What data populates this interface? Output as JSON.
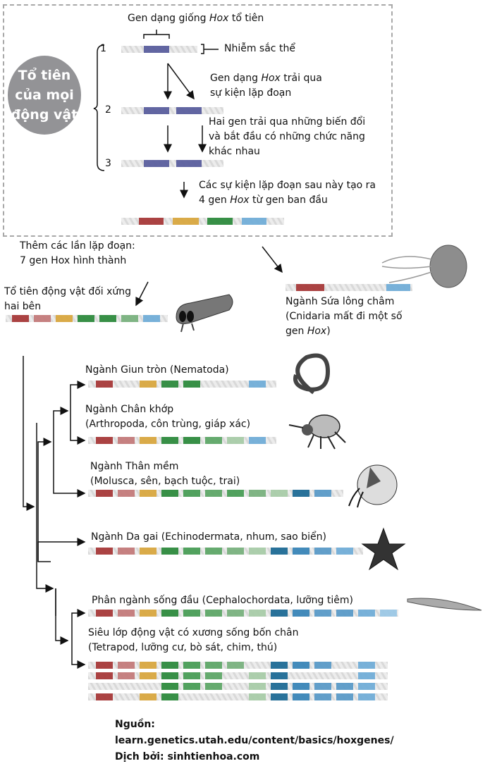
{
  "ancestor_all": "Tổ tiên của mọi động vật",
  "ancestor_all_lines": [
    "Tổ tiên",
    "của mọi",
    "động vật"
  ],
  "steps": {
    "s1": "1",
    "s2": "2",
    "s3": "3"
  },
  "labels": {
    "ancestral_gene_pre": "Gen dạng giống ",
    "ancestral_gene_hox": "Hox",
    "ancestral_gene_post": " tổ tiên",
    "chromosome": "Nhiễm sắc thể",
    "dup1_pre": "Gen dạng ",
    "dup1_hox": "Hox",
    "dup1_post": " trải qua",
    "dup1_l2": "sự kiện lặp đoạn",
    "diverge_l1": "Hai gen trải qua những biến đổi",
    "diverge_l2": "và bắt đầu có những chức năng",
    "diverge_l3": "khác nhau",
    "later_l1": "Các sự kiện lặp đoạn sau này tạo ra",
    "later_pre": "4 gen ",
    "later_hox": "Hox",
    "later_post": " từ gen ban đầu",
    "more_l1": "Thêm các lần lặp đoạn:",
    "more_l2": "7 gen Hox hình thành",
    "bilat_l1": "Tổ tiên động vật đối xứng",
    "bilat_l2": "hai bên",
    "cnid_l1": "Ngành Sứa lông châm",
    "cnid_l2": "(Cnidaria mất đi một số",
    "cnid_pre": "gen ",
    "cnid_hox": "Hox",
    "cnid_post": ")",
    "nema": "Ngành Giun tròn (Nematoda)",
    "arth_l1": "Ngành Chân khớp",
    "arth_l2": "(Arthropoda, côn trùng, giáp xác)",
    "moll_l1": "Ngành Thân mềm",
    "moll_l2": "(Molusca, sên, bạch tuộc, trai)",
    "echi": "Ngành Da gai (Echinodermata, nhum, sao biển)",
    "ceph": "Phân ngành sống đầu (Cephalochordata, lưỡng tiêm)",
    "tetra_l1": "Siêu lớp động vật có xương sống bốn chân",
    "tetra_l2": "(Tetrapod, lưỡng cư, bò sát, chim, thú)"
  },
  "source": {
    "l1": "Nguồn:",
    "l2": "learn.genetics.utah.edu/content/basics/hoxgenes/",
    "l3": "Dịch bởi: sinhtienhoa.com"
  },
  "gene_colors": {
    "P": "#5b5f9e",
    "R": "#a83a3a",
    "r": "#c47b7b",
    "Y": "#d9a840",
    "G1": "#2e8b3e",
    "G2": "#4a9e57",
    "G3": "#5fa868",
    "G4": "#7ab27f",
    "G5": "#a9cca9",
    "B1": "#1f6b96",
    "B2": "#3a86b8",
    "B3": "#5b9bc8",
    "B4": "#72aed8",
    "B5": "#9cc8e6"
  },
  "chromosomes": {
    "bilaterian": [
      "R",
      "r",
      "Y",
      "G1",
      "G1",
      "G4",
      "B4"
    ],
    "cnidaria": [
      "R",
      "B4"
    ],
    "nematoda": [
      "R",
      null,
      "Y",
      "G1",
      "G1",
      null,
      null,
      "B4"
    ],
    "arthropoda": [
      "R",
      "r",
      "Y",
      "G1",
      "G1",
      "G3",
      "G5",
      "B4"
    ],
    "mollusca": [
      "R",
      "r",
      "Y",
      "G1",
      "G2",
      "G3",
      "G2",
      "G4",
      "G5",
      "B1",
      "B3"
    ],
    "echinodermata": [
      "R",
      "r",
      "Y",
      "G1",
      "G2",
      "G3",
      "G4",
      "G5",
      "B1",
      "B2",
      "B3",
      "B4"
    ],
    "cephalochordata": [
      "R",
      "r",
      "Y",
      "G1",
      "G2",
      "G3",
      "G4",
      "G5",
      "B1",
      "B2",
      "B3",
      "B3",
      "B4",
      "B5"
    ],
    "tetrapod": [
      [
        "R",
        "r",
        "Y",
        "G1",
        "G2",
        "G3",
        "G4",
        null,
        "B1",
        "B2",
        "B3",
        null,
        "B4"
      ],
      [
        "R",
        "r",
        "Y",
        "G1",
        "G2",
        "G3",
        null,
        "G5",
        "B1",
        null,
        null,
        null,
        "B4"
      ],
      [
        null,
        null,
        null,
        "G1",
        "G2",
        "G3",
        null,
        "G5",
        "B1",
        "B2",
        "B3",
        "B3",
        "B4"
      ],
      [
        "R",
        null,
        "Y",
        "G1",
        null,
        null,
        null,
        "G5",
        "B1",
        "B2",
        "B3",
        "B3",
        "B4"
      ]
    ]
  }
}
